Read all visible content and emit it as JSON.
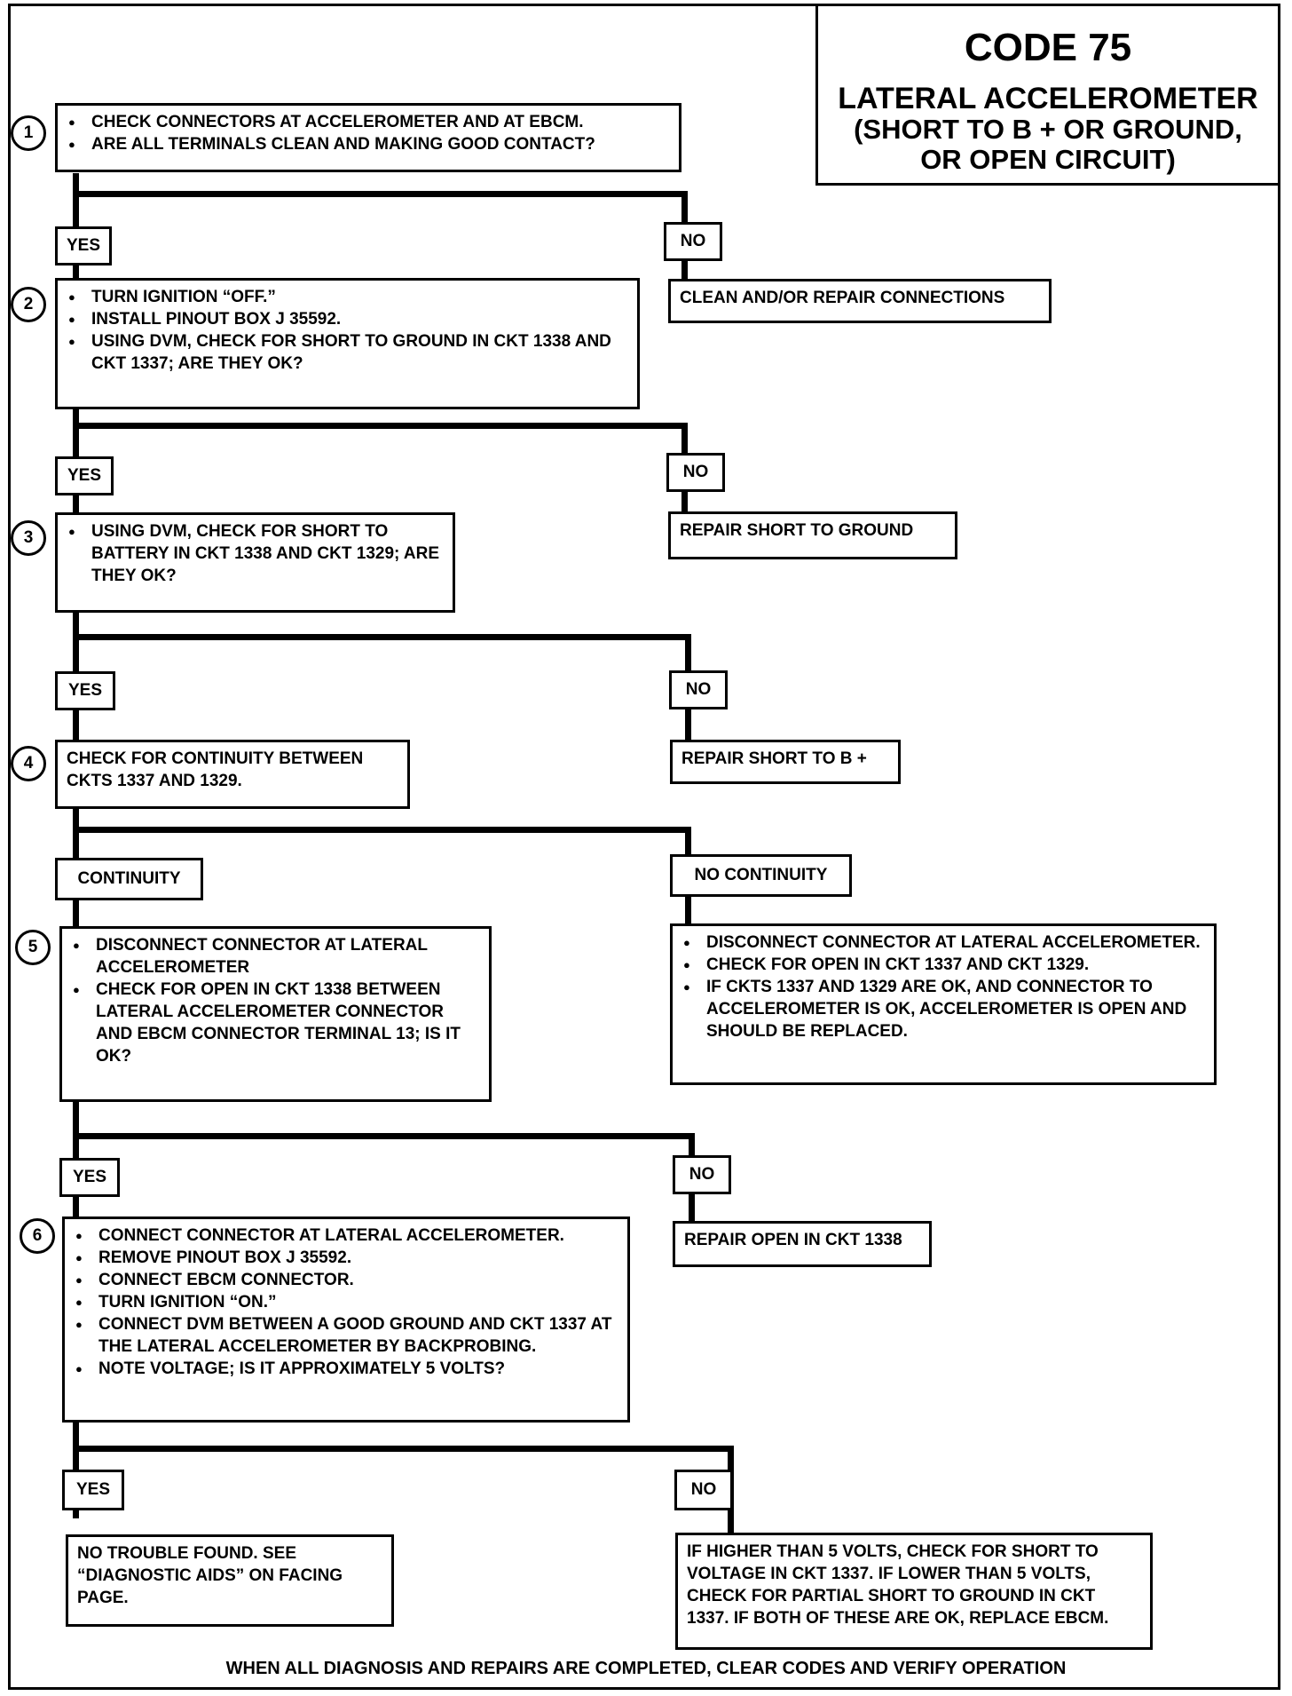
{
  "title": {
    "code": "CODE 75",
    "subtitle": "LATERAL ACCELEROMETER",
    "subtitle2": "(SHORT TO B +  OR GROUND,",
    "subtitle3": "OR OPEN CIRCUIT)"
  },
  "steps": {
    "s1": {
      "num": "1",
      "items": [
        "CHECK CONNECTORS AT ACCELEROMETER AND AT EBCM.",
        "ARE ALL TERMINALS CLEAN AND MAKING GOOD CONTACT?"
      ]
    },
    "s2": {
      "num": "2",
      "items": [
        "TURN IGNITION “OFF.”",
        "INSTALL PINOUT BOX J 35592.",
        "USING DVM, CHECK FOR SHORT TO GROUND IN CKT 1338 AND CKT 1337; ARE THEY OK?"
      ]
    },
    "s3": {
      "num": "3",
      "items": [
        "USING DVM, CHECK FOR SHORT TO BATTERY IN CKT 1338 AND CKT 1329; ARE THEY OK?"
      ]
    },
    "s4": {
      "num": "4",
      "text": "CHECK FOR CONTINUITY BETWEEN CKTS 1337 AND 1329."
    },
    "s5": {
      "num": "5",
      "items": [
        "DISCONNECT CONNECTOR AT LATERAL ACCELEROMETER",
        "CHECK FOR OPEN IN CKT 1338 BETWEEN LATERAL ACCELEROMETER CONNECTOR AND EBCM CONNECTOR TERMINAL 13; IS IT OK?"
      ]
    },
    "s6": {
      "num": "6",
      "items": [
        "CONNECT CONNECTOR AT LATERAL ACCELEROMETER.",
        "REMOVE PINOUT BOX J 35592.",
        "CONNECT EBCM CONNECTOR.",
        "TURN IGNITION “ON.”",
        "CONNECT DVM BETWEEN A GOOD GROUND AND CKT 1337 AT THE LATERAL ACCELEROMETER BY BACKPROBING.",
        "NOTE VOLTAGE; IS IT APPROXIMATELY 5 VOLTS?"
      ]
    }
  },
  "labels": {
    "yes1": "YES",
    "no1": "NO",
    "yes2": "YES",
    "no2": "NO",
    "yes3": "YES",
    "no3": "NO",
    "cont4": "CONTINUITY",
    "nocont4": "NO CONTINUITY",
    "yes5": "YES",
    "no5": "NO",
    "yes6": "YES",
    "no6": "NO"
  },
  "results": {
    "r1": "CLEAN AND/OR REPAIR CONNECTIONS",
    "r2": "REPAIR SHORT TO GROUND",
    "r3": "REPAIR SHORT TO B +",
    "r4": [
      "DISCONNECT CONNECTOR AT LATERAL ACCELEROMETER.",
      "CHECK FOR OPEN IN CKT 1337 AND CKT 1329.",
      "IF CKTS 1337 AND 1329 ARE OK, AND CONNECTOR TO ACCELEROMETER IS OK, ACCELEROMETER IS OPEN AND SHOULD BE REPLACED."
    ],
    "r5": "REPAIR OPEN IN CKT 1338",
    "r6yes": "NO TROUBLE FOUND.  SEE “DIAGNOSTIC AIDS” ON FACING PAGE.",
    "r6no": "IF HIGHER THAN 5 VOLTS, CHECK FOR SHORT TO VOLTAGE IN CKT 1337.  IF LOWER THAN 5 VOLTS, CHECK FOR PARTIAL SHORT TO GROUND IN CKT 1337.  IF BOTH OF THESE ARE OK, REPLACE EBCM."
  },
  "footer": "WHEN ALL DIAGNOSIS AND REPAIRS ARE COMPLETED, CLEAR CODES AND VERIFY OPERATION"
}
